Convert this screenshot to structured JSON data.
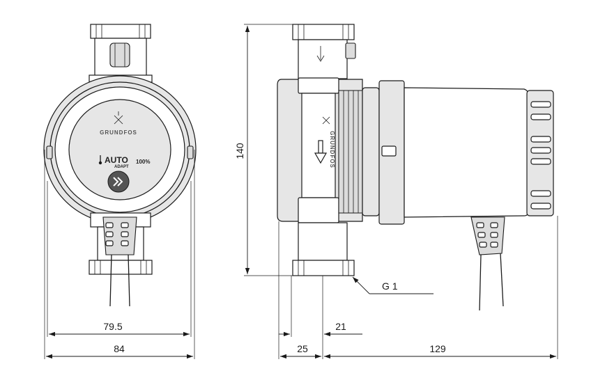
{
  "front_view": {
    "brand": "GRUNDFOS",
    "mode_label": "AUTO",
    "mode_sublabel": "ADAPT",
    "percent_label": "100%"
  },
  "side_view": {
    "brand": "GRUNDFOS"
  },
  "dimensions": {
    "height": "140",
    "front_inner_width": "79.5",
    "front_total_width": "84",
    "port_offset": "21",
    "port_center": "25",
    "motor_length": "129",
    "thread_callout": "G 1"
  }
}
